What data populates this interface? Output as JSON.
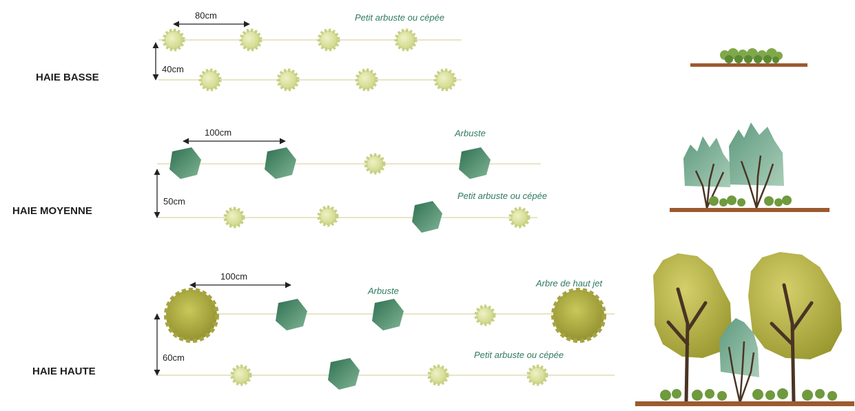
{
  "colors": {
    "row_line": "#e8e5c6",
    "light_shrub": "#d7dd9a",
    "dark_shrub": "#3f8a62",
    "tall_tree": "#a9a740",
    "ground": "#9c5a30",
    "annotation": "#2f7a5f"
  },
  "haie_basse": {
    "title": "HAIE BASSE",
    "spacing_label": "80cm",
    "row_gap_label": "40cm",
    "annotation": "Petit arbuste ou cépée"
  },
  "haie_moyenne": {
    "title": "HAIE MOYENNE",
    "spacing_label": "100cm",
    "row_gap_label": "50cm",
    "annotation_arbuste": "Arbuste",
    "annotation_petit": "Petit arbuste ou cépée"
  },
  "haie_haute": {
    "title": "HAIE HAUTE",
    "spacing_label": "100cm",
    "row_gap_label": "60cm",
    "annotation_arbuste": "Arbuste",
    "annotation_arbre": "Arbre de haut jet",
    "annotation_petit": "Petit arbuste ou cépée"
  }
}
